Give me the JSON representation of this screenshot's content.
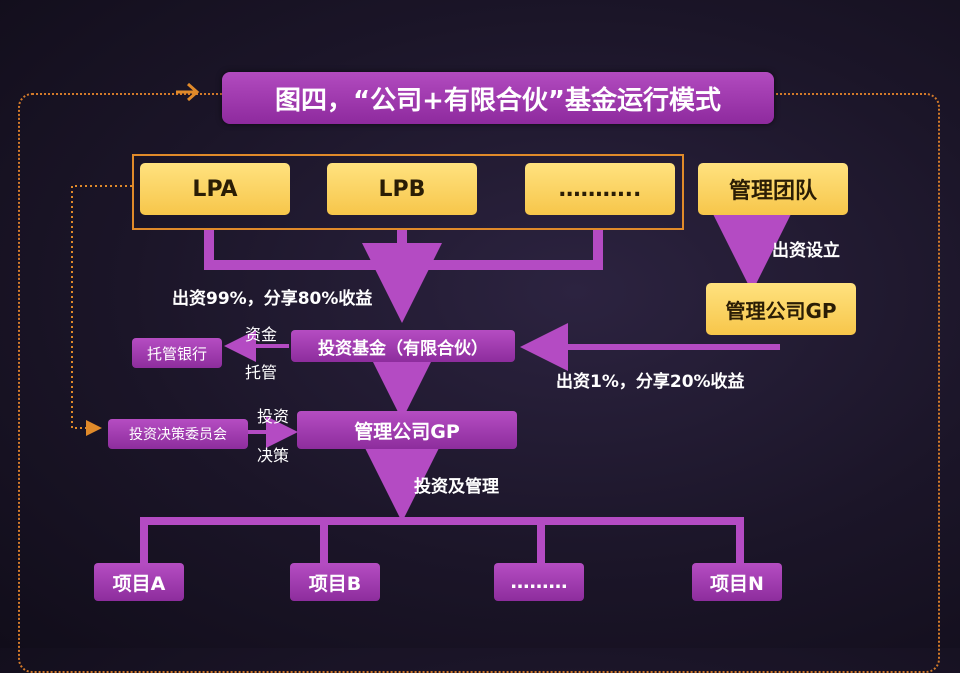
{
  "title": "图四，“公司+有限合伙”基金运行模式",
  "lp_boxes": [
    "LPA",
    "LPB",
    "……….."
  ],
  "mgmt_team": "管理团队",
  "found_label": "出资设立",
  "gp_top": "管理公司GP",
  "lp_contrib_label": "出资99%，分享80%收益",
  "gp_contrib_label": "出资1%，分享20%收益",
  "fund": "投资基金（有限合伙）",
  "bank": "托管银行",
  "funds_label": "资金",
  "custody_label": "托管",
  "committee": "投资决策委员会",
  "invest_label": "投资",
  "decide_label": "决策",
  "gp_mid": "管理公司GP",
  "invest_manage_label": "投资及管理",
  "projects": [
    "项目A",
    "项目B",
    "………",
    "项目N"
  ],
  "colors": {
    "purple": "#a33cb3",
    "yellow": "#f7c64a",
    "orange": "#e08a2a",
    "connector": "#b44bc3"
  }
}
